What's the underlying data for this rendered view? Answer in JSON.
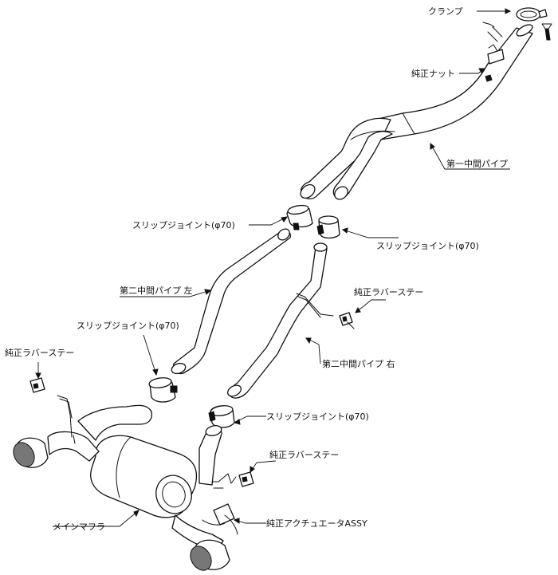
{
  "labels": {
    "clamp": "クランプ",
    "oem_nut": "純正ナット",
    "first_mid_pipe": "第一中間パイプ",
    "slip_joint_upper_left": "スリップジョイント(φ70)",
    "slip_joint_upper_right": "スリップジョイント(φ70)",
    "second_mid_pipe_left": "第二中間パイプ 左",
    "oem_rubber_stay_right": "純正ラバーステー",
    "slip_joint_mid_left": "スリップジョイント(φ70)",
    "second_mid_pipe_right": "第二中間パイプ 右",
    "oem_rubber_stay_left": "純正ラバーステー",
    "slip_joint_lower": "スリップジョイント(φ70)",
    "oem_rubber_stay_bottom": "純正ラバーステー",
    "main_muffler": "メインマフラー",
    "oem_actuator_assy": "純正アクチュエータASSY"
  }
}
